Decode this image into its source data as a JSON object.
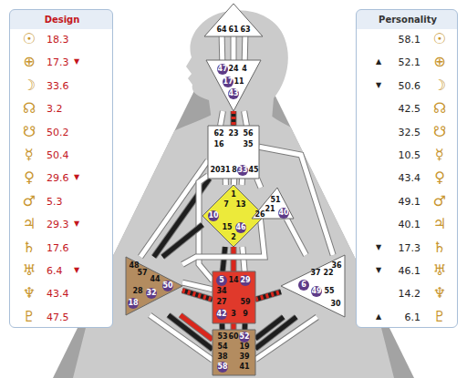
{
  "diagram": {
    "nodes": [
      {
        "text": [
          "Design",
          "☉",
          "18.3",
          "⊕",
          "17.3",
          "▼",
          "☽",
          "33.6",
          "☊",
          "3.2",
          "☋",
          "50.2",
          "☿",
          "50.4",
          "♀",
          "29.6",
          "▼",
          "♂",
          "5.3",
          "♃",
          "29.3",
          "▼",
          "♄",
          "17.6",
          "♅",
          "6.4",
          "▼",
          "♆",
          "43.4",
          "♇",
          "47.5"
        ]
      },
      {
        "text": [
          "Personality",
          "58.1",
          "☉",
          "▲",
          "52.1",
          "⊕",
          "▼",
          "50.6",
          "☽",
          "42.5",
          "☊",
          "32.5",
          "☋",
          "10.5",
          "☿",
          "43.4",
          "♀",
          "49.1",
          "♂",
          "40.1",
          "♃",
          "▼",
          "17.3",
          "♄",
          "▼",
          "46.1",
          "♅",
          "14.2",
          "♆",
          "▲",
          "6.1",
          "♇"
        ]
      },
      {
        "text": [
          "64",
          "61",
          "63"
        ]
      },
      {
        "text": [
          "47",
          "24",
          "4",
          "17",
          "11",
          "43"
        ]
      },
      {
        "text": [
          "62",
          "23",
          "56",
          "16",
          "35",
          "20",
          "31",
          "8",
          "33",
          "45"
        ]
      },
      {
        "text": [
          "1",
          "7",
          "13",
          "10",
          "15",
          "46",
          "2"
        ]
      },
      {
        "text": [
          "51",
          "21",
          "26",
          "40"
        ]
      },
      {
        "text": [
          "48",
          "57",
          "44",
          "50",
          "32",
          "28",
          "18"
        ]
      },
      {
        "text": [
          "5",
          "14",
          "29",
          "34",
          "27",
          "59",
          "42",
          "3",
          "9"
        ]
      },
      {
        "text": [
          "36",
          "37",
          "22",
          "6",
          "49",
          "55",
          "30"
        ]
      },
      {
        "text": [
          "53",
          "60",
          "52",
          "54",
          "19",
          "38",
          "39",
          "58",
          "41"
        ]
      }
    ],
    "edges": [
      {
        "from": 2,
        "to": 3,
        "arrow": "none"
      },
      {
        "from": 2,
        "to": 3,
        "arrow": "none"
      },
      {
        "from": 2,
        "to": 3,
        "arrow": "none"
      },
      {
        "from": 3,
        "to": 4,
        "arrow": "none"
      },
      {
        "from": 3,
        "to": 4,
        "arrow": "none"
      },
      {
        "from": 3,
        "to": 4,
        "arrow": "none"
      },
      {
        "from": 4,
        "to": 5,
        "arrow": "none"
      },
      {
        "from": 4,
        "to": 5,
        "arrow": "none"
      },
      {
        "from": 4,
        "to": 5,
        "arrow": "none"
      },
      {
        "from": 4,
        "to": 6,
        "arrow": "none"
      },
      {
        "from": 4,
        "to": 7,
        "arrow": "none"
      },
      {
        "from": 4,
        "to": 7,
        "arrow": "none"
      },
      {
        "from": 4,
        "to": 8,
        "arrow": "none"
      },
      {
        "from": 4,
        "to": 9,
        "arrow": "none"
      },
      {
        "from": 5,
        "to": 7,
        "arrow": "none"
      },
      {
        "from": 5,
        "to": 8,
        "arrow": "none"
      },
      {
        "from": 5,
        "to": 8,
        "arrow": "none"
      },
      {
        "from": 5,
        "to": 8,
        "arrow": "none"
      },
      {
        "from": 6,
        "to": 7,
        "arrow": "none"
      },
      {
        "from": 6,
        "to": 9,
        "arrow": "none"
      },
      {
        "from": 7,
        "to": 8,
        "arrow": "none"
      },
      {
        "from": 7,
        "to": 8,
        "arrow": "none"
      },
      {
        "from": 8,
        "to": 9,
        "arrow": "none"
      },
      {
        "from": 7,
        "to": 10,
        "arrow": "none"
      },
      {
        "from": 7,
        "to": 10,
        "arrow": "none"
      },
      {
        "from": 7,
        "to": 10,
        "arrow": "none"
      },
      {
        "from": 8,
        "to": 10,
        "arrow": "none"
      },
      {
        "from": 8,
        "to": 10,
        "arrow": "none"
      },
      {
        "from": 8,
        "to": 10,
        "arrow": "none"
      },
      {
        "from": 9,
        "to": 10,
        "arrow": "none"
      },
      {
        "from": 9,
        "to": 10,
        "arrow": "none"
      },
      {
        "from": 9,
        "to": 10,
        "arrow": "none"
      }
    ]
  }
}
